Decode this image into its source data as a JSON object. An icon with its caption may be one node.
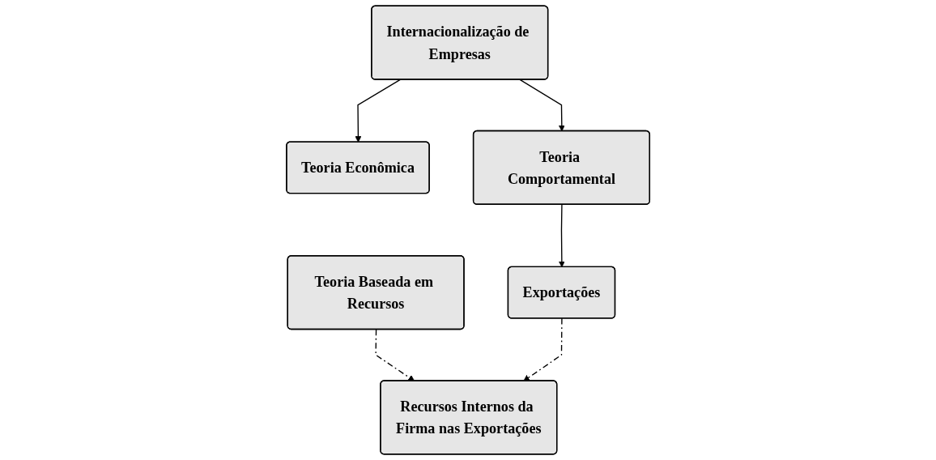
{
  "diagram": {
    "nodes": [
      {
        "text": [
          "Internacionalização de Empresas"
        ]
      },
      {
        "text": [
          "Teoria Econômica"
        ]
      },
      {
        "text": [
          "Teoria Comportamental"
        ]
      },
      {
        "text": [
          "Exportações"
        ]
      },
      {
        "text": [
          "Teoria Baseada em Recursos"
        ]
      },
      {
        "text": [
          "Recursos Internos da Firma nas Exportações"
        ]
      }
    ],
    "edges": [
      {
        "from": 0,
        "to": 1,
        "arrow": "to"
      },
      {
        "from": 0,
        "to": 2,
        "arrow": "to"
      },
      {
        "from": 2,
        "to": 3,
        "arrow": "to"
      },
      {
        "from": 4,
        "to": 5,
        "arrow": "to",
        "style": "dashed"
      },
      {
        "from": 3,
        "to": 5,
        "arrow": "to",
        "style": "dashed"
      }
    ]
  }
}
